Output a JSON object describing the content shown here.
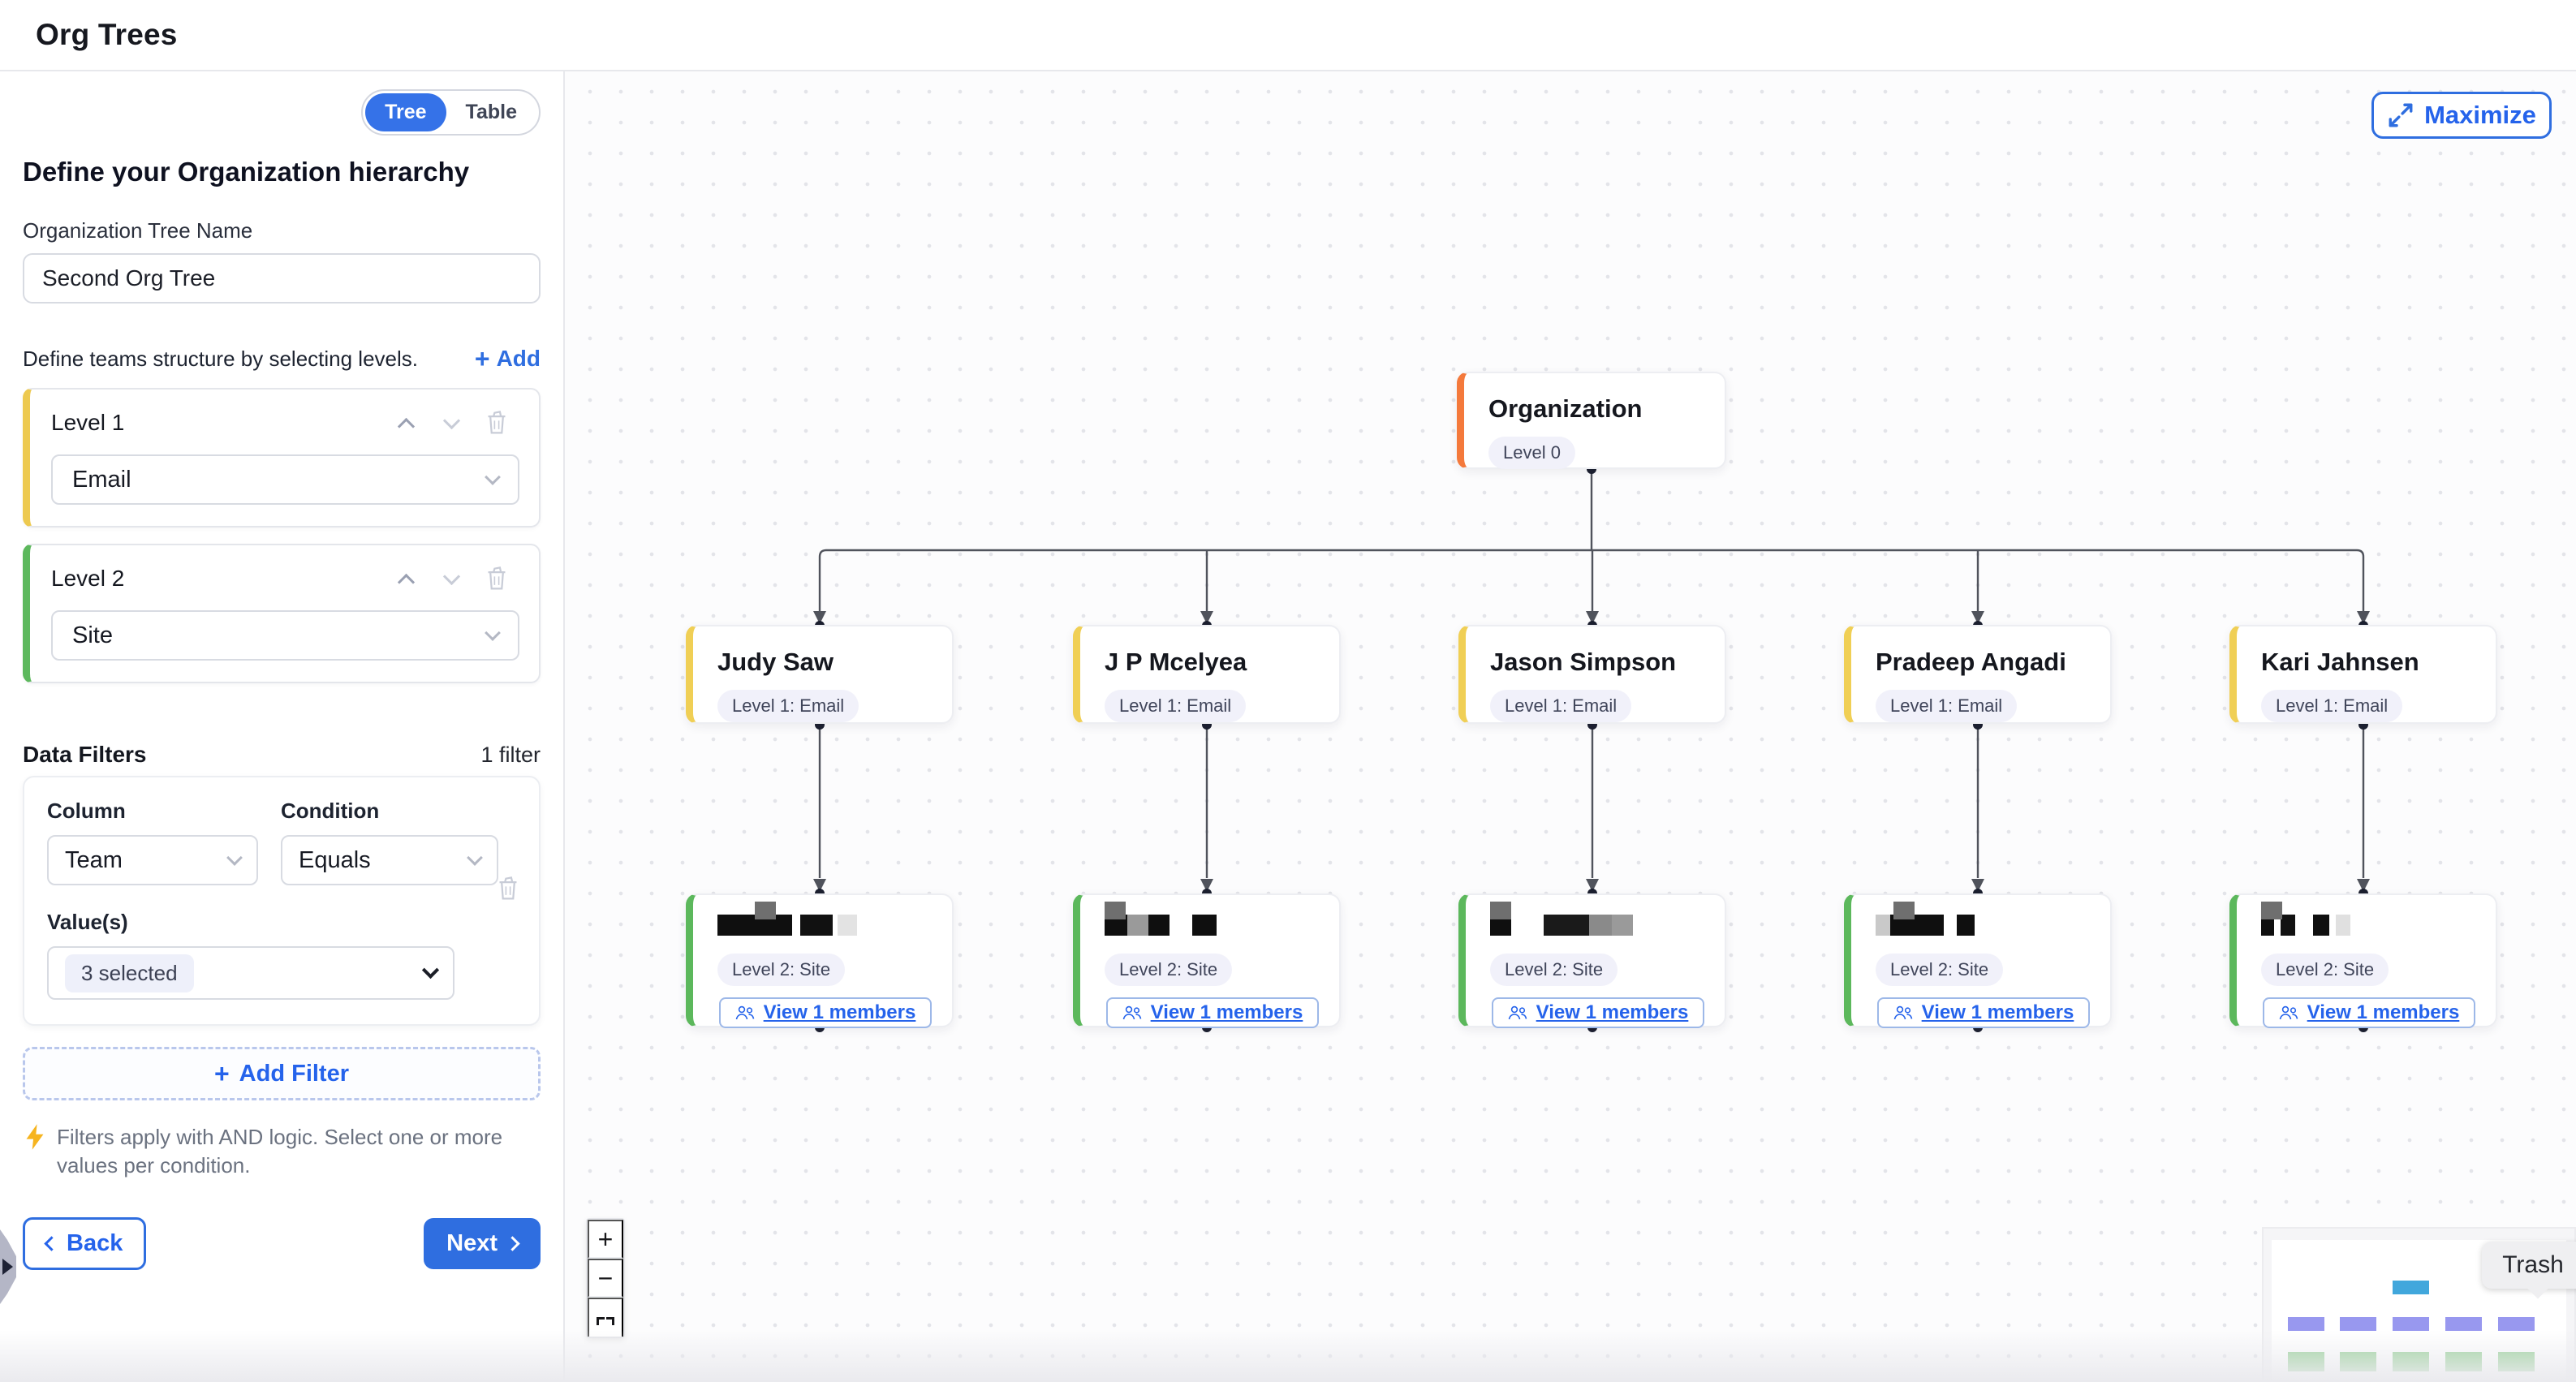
{
  "header": {
    "title": "Org Trees"
  },
  "sidebar": {
    "view_toggle": {
      "options": [
        "Tree",
        "Table"
      ],
      "selected": "Tree"
    },
    "heading": "Define your Organization hierarchy",
    "tree_name": {
      "label": "Organization Tree Name",
      "value": "Second Org Tree"
    },
    "levels_section": {
      "hint": "Define teams structure by selecting levels.",
      "add_label": "Add"
    },
    "levels": [
      {
        "title": "Level 1",
        "value": "Email",
        "accent": "#edc94f"
      },
      {
        "title": "Level 2",
        "value": "Site",
        "accent": "#5cb85c"
      }
    ],
    "filters_section": {
      "title": "Data Filters",
      "count_label": "1 filter",
      "filter": {
        "column_label": "Column",
        "column_value": "Team",
        "condition_label": "Condition",
        "condition_value": "Equals",
        "values_label": "Value(s)",
        "values_value": "3 selected"
      },
      "add_filter_label": "Add Filter",
      "note": "Filters apply with AND logic. Select one or more values per condition."
    },
    "back_label": "Back",
    "next_label": "Next"
  },
  "canvas": {
    "maximize_label": "Maximize",
    "tree": {
      "root": {
        "name": "Organization",
        "badge": "Level 0"
      },
      "level1_badge": "Level 1: Email",
      "level2_badge": "Level 2: Site",
      "view_members_label": "View 1 members",
      "children": [
        {
          "name": "Judy Saw",
          "level2_name_redacted": true
        },
        {
          "name": "J P Mcelyea",
          "level2_name_redacted": true
        },
        {
          "name": "Jason Simpson",
          "level2_name_redacted": true
        },
        {
          "name": "Pradeep Angadi",
          "level2_name_redacted": true
        },
        {
          "name": "Kari Jahnsen",
          "level2_name_redacted": true
        }
      ]
    },
    "tooltip_label": "Trash",
    "zoom_controls": {
      "zoom_in": "+",
      "zoom_out": "−"
    },
    "colors": {
      "accent_blue": "#2f6ee0",
      "root_accent": "#f4793b",
      "level1_accent": "#f0cf55",
      "level2_accent": "#5cb85c",
      "edge": "#50535c",
      "minimap_root": "#41a7dc",
      "minimap_level1": "#9898ef",
      "minimap_level2": "#98d198"
    }
  }
}
